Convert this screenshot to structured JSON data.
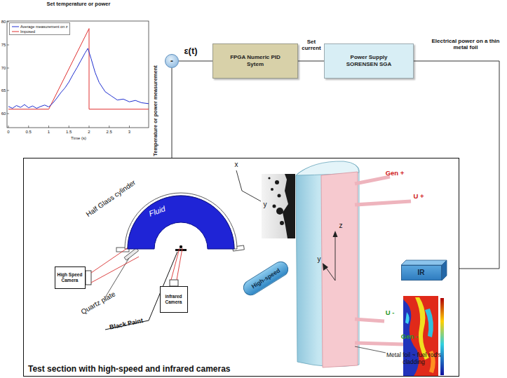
{
  "diagram": {
    "nodes": [
      {
        "text": [
          "-"
        ]
      },
      {
        "text": [
          "FPGA Numeric PID Sytem"
        ]
      },
      {
        "text": [
          "Power Supply SORENSEN SGA"
        ]
      },
      {
        "text": [
          "Test section with high-speed and infrared cameras"
        ]
      },
      {
        "text": [
          "Fluid"
        ],
        "in": 3
      },
      {
        "text": [
          "High Speed Camera"
        ],
        "in": 3
      },
      {
        "text": [
          "infrared Camera"
        ],
        "in": 3
      },
      {
        "text": [
          "High-speed"
        ],
        "in": 3
      },
      {
        "text": [
          "IR"
        ],
        "in": 3
      }
    ],
    "edges": [
      {
        "from": 0,
        "to": 1,
        "arrow": "none",
        "label": "ε(t)"
      },
      {
        "from": 1,
        "to": 2,
        "arrow": "none",
        "label": "Set current"
      },
      {
        "from": 2,
        "to": 3,
        "arrow": "none",
        "label": "Electrical power on a thin metal foil"
      },
      {
        "from": 3,
        "to": 0,
        "arrow": "none",
        "label": "Temperature or power measurement"
      }
    ],
    "labels": [
      "Set temperature or power",
      "80",
      "75",
      "70",
      "65",
      "60",
      "0",
      "0.5",
      "1",
      "1.5",
      "2",
      "2.5",
      "3",
      "Time (s)",
      "Half Glass cylinder",
      "x",
      "y",
      "Quartz plate",
      "Black Paint",
      "Gen +",
      "U +",
      "U -",
      "Gen -",
      "z",
      "y",
      "Metal foil ~ fuel rod's cladding"
    ],
    "legend": [
      {
        "text": "Average measurement on z"
      },
      {
        "text": "Imposed"
      }
    ]
  }
}
